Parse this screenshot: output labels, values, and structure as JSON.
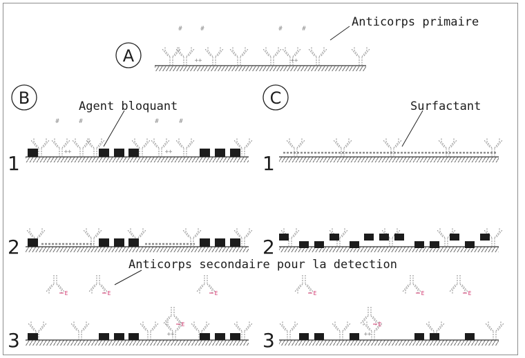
{
  "labels": {
    "primary_antibody": "Anticorps primaire",
    "blocking_agent": "Agent bloquant",
    "surfactant": "Surfactant",
    "secondary_antibody": "Anticorps secondaire pour la detection"
  },
  "panels": {
    "a": "A",
    "b": "B",
    "c": "C"
  },
  "steps": {
    "one": "1",
    "two": "2",
    "three": "3"
  },
  "markers": {
    "enzyme": "E",
    "antigen": "#",
    "bound": "++"
  },
  "colors": {
    "ink": "#1c1c1c",
    "gray_art": "#8a8a8a",
    "enzyme": "#d0306a"
  }
}
